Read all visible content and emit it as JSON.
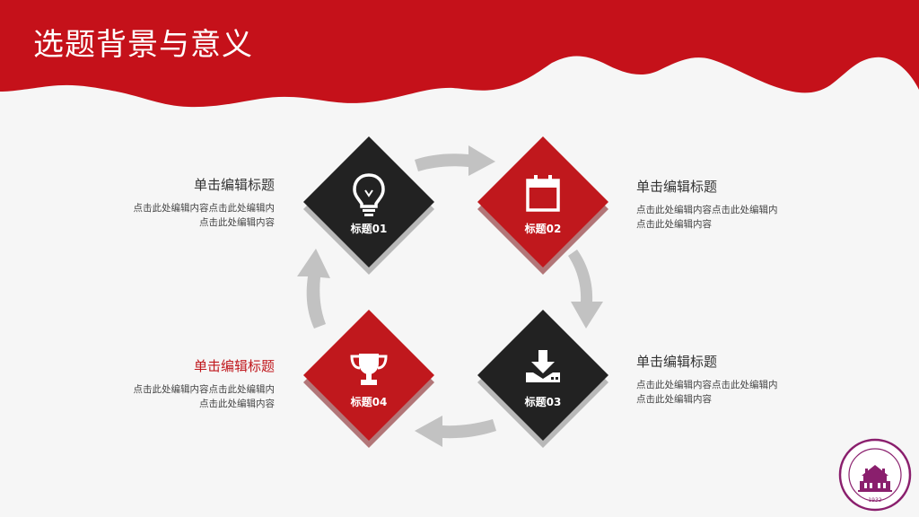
{
  "slide": {
    "title": "选题背景与意义"
  },
  "nodes": [
    {
      "id": "01",
      "label": "标题01",
      "color": "#222222",
      "icon": "lightbulb-icon"
    },
    {
      "id": "02",
      "label": "标题02",
      "color": "#c0181d",
      "icon": "calendar-icon"
    },
    {
      "id": "03",
      "label": "标题03",
      "color": "#222222",
      "icon": "download-icon"
    },
    {
      "id": "04",
      "label": "标题04",
      "color": "#c0181d",
      "icon": "trophy-icon"
    }
  ],
  "blocks": [
    {
      "heading": "单击编辑标题",
      "line1": "点击此处编辑内容点击此处编辑内",
      "line2": "点击此处编辑内容"
    },
    {
      "heading": "单击编辑标题",
      "line1": "点击此处编辑内容点击此处编辑内",
      "line2": "点击此处编辑内容"
    },
    {
      "heading": "单击编辑标题",
      "line1": "点击此处编辑内容点击此处编辑内",
      "line2": "点击此处编辑内容"
    },
    {
      "heading": "单击编辑标题",
      "line1": "点击此处编辑内容点击此处编辑内",
      "line2": "点击此处编辑内容"
    }
  ],
  "colors": {
    "accent_red": "#c0181d",
    "dark": "#222222",
    "arrow_gray": "#c2c2c2",
    "background": "#f6f6f6",
    "logo_purple": "#8a1f6d"
  },
  "logo": {
    "year": "1932"
  }
}
